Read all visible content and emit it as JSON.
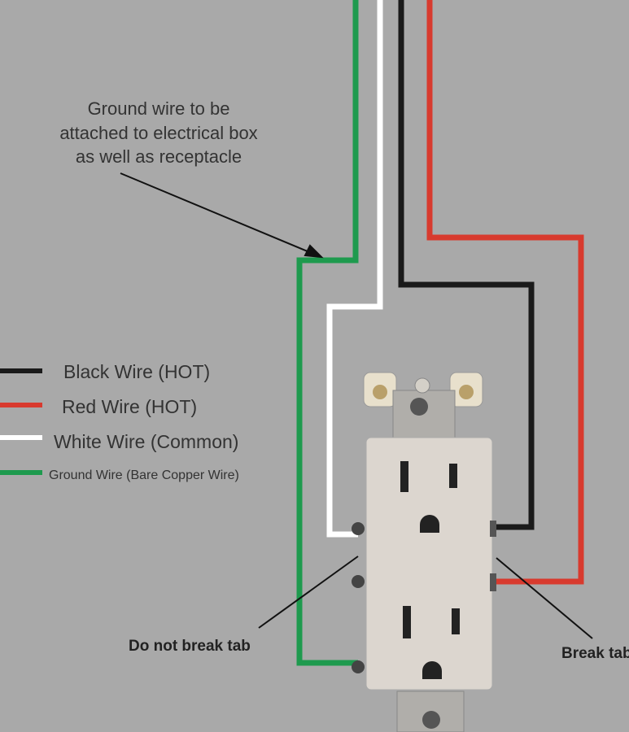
{
  "annotations": {
    "ground_note": [
      "Ground wire to be",
      "attached to electrical box",
      "as well as receptacle"
    ],
    "do_not_break_tab": "Do not break tab",
    "break_tab": "Break tab"
  },
  "legend": [
    {
      "label": "Black Wire (HOT)",
      "color": "#1a1a1a"
    },
    {
      "label": "Red Wire (HOT)",
      "color": "#d83a2e"
    },
    {
      "label": "White Wire (Common)",
      "color": "#ffffff"
    },
    {
      "label": "Ground Wire (Bare Copper Wire)",
      "color": "#1e9a4e"
    }
  ],
  "colors": {
    "background": "#a9a9a9",
    "receptacle": "#dcd6cf",
    "black_wire": "#1a1a1a",
    "red_wire": "#d83a2e",
    "white_wire": "#ffffff",
    "ground_wire": "#1e9a4e"
  }
}
